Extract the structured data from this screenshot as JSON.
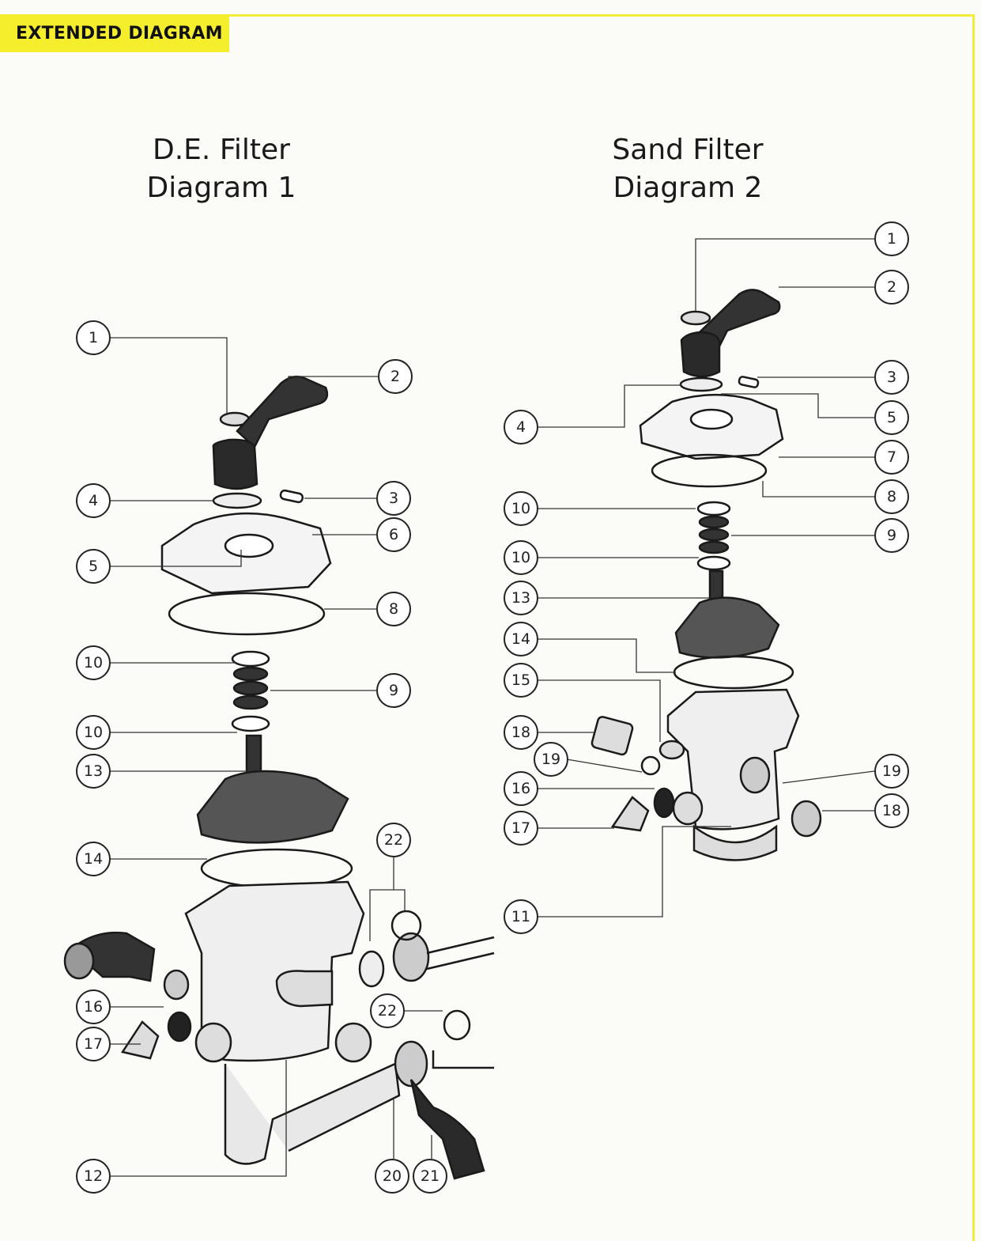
{
  "banner": {
    "label": "EXTENDED DIAGRAM",
    "color": "#f4ee2d"
  },
  "diagrams": [
    {
      "title_line1": "D.E. Filter",
      "title_line2": "Diagram 1",
      "callouts": [
        "1",
        "2",
        "3",
        "4",
        "5",
        "6",
        "8",
        "10",
        "9",
        "10",
        "13",
        "14",
        "22",
        "16",
        "22",
        "17",
        "12",
        "20",
        "21"
      ]
    },
    {
      "title_line1": "Sand Filter",
      "title_line2": "Diagram 2",
      "callouts": [
        "1",
        "2",
        "3",
        "4",
        "5",
        "7",
        "8",
        "10",
        "9",
        "10",
        "13",
        "14",
        "15",
        "18",
        "19",
        "19",
        "16",
        "18",
        "17",
        "11"
      ]
    }
  ]
}
